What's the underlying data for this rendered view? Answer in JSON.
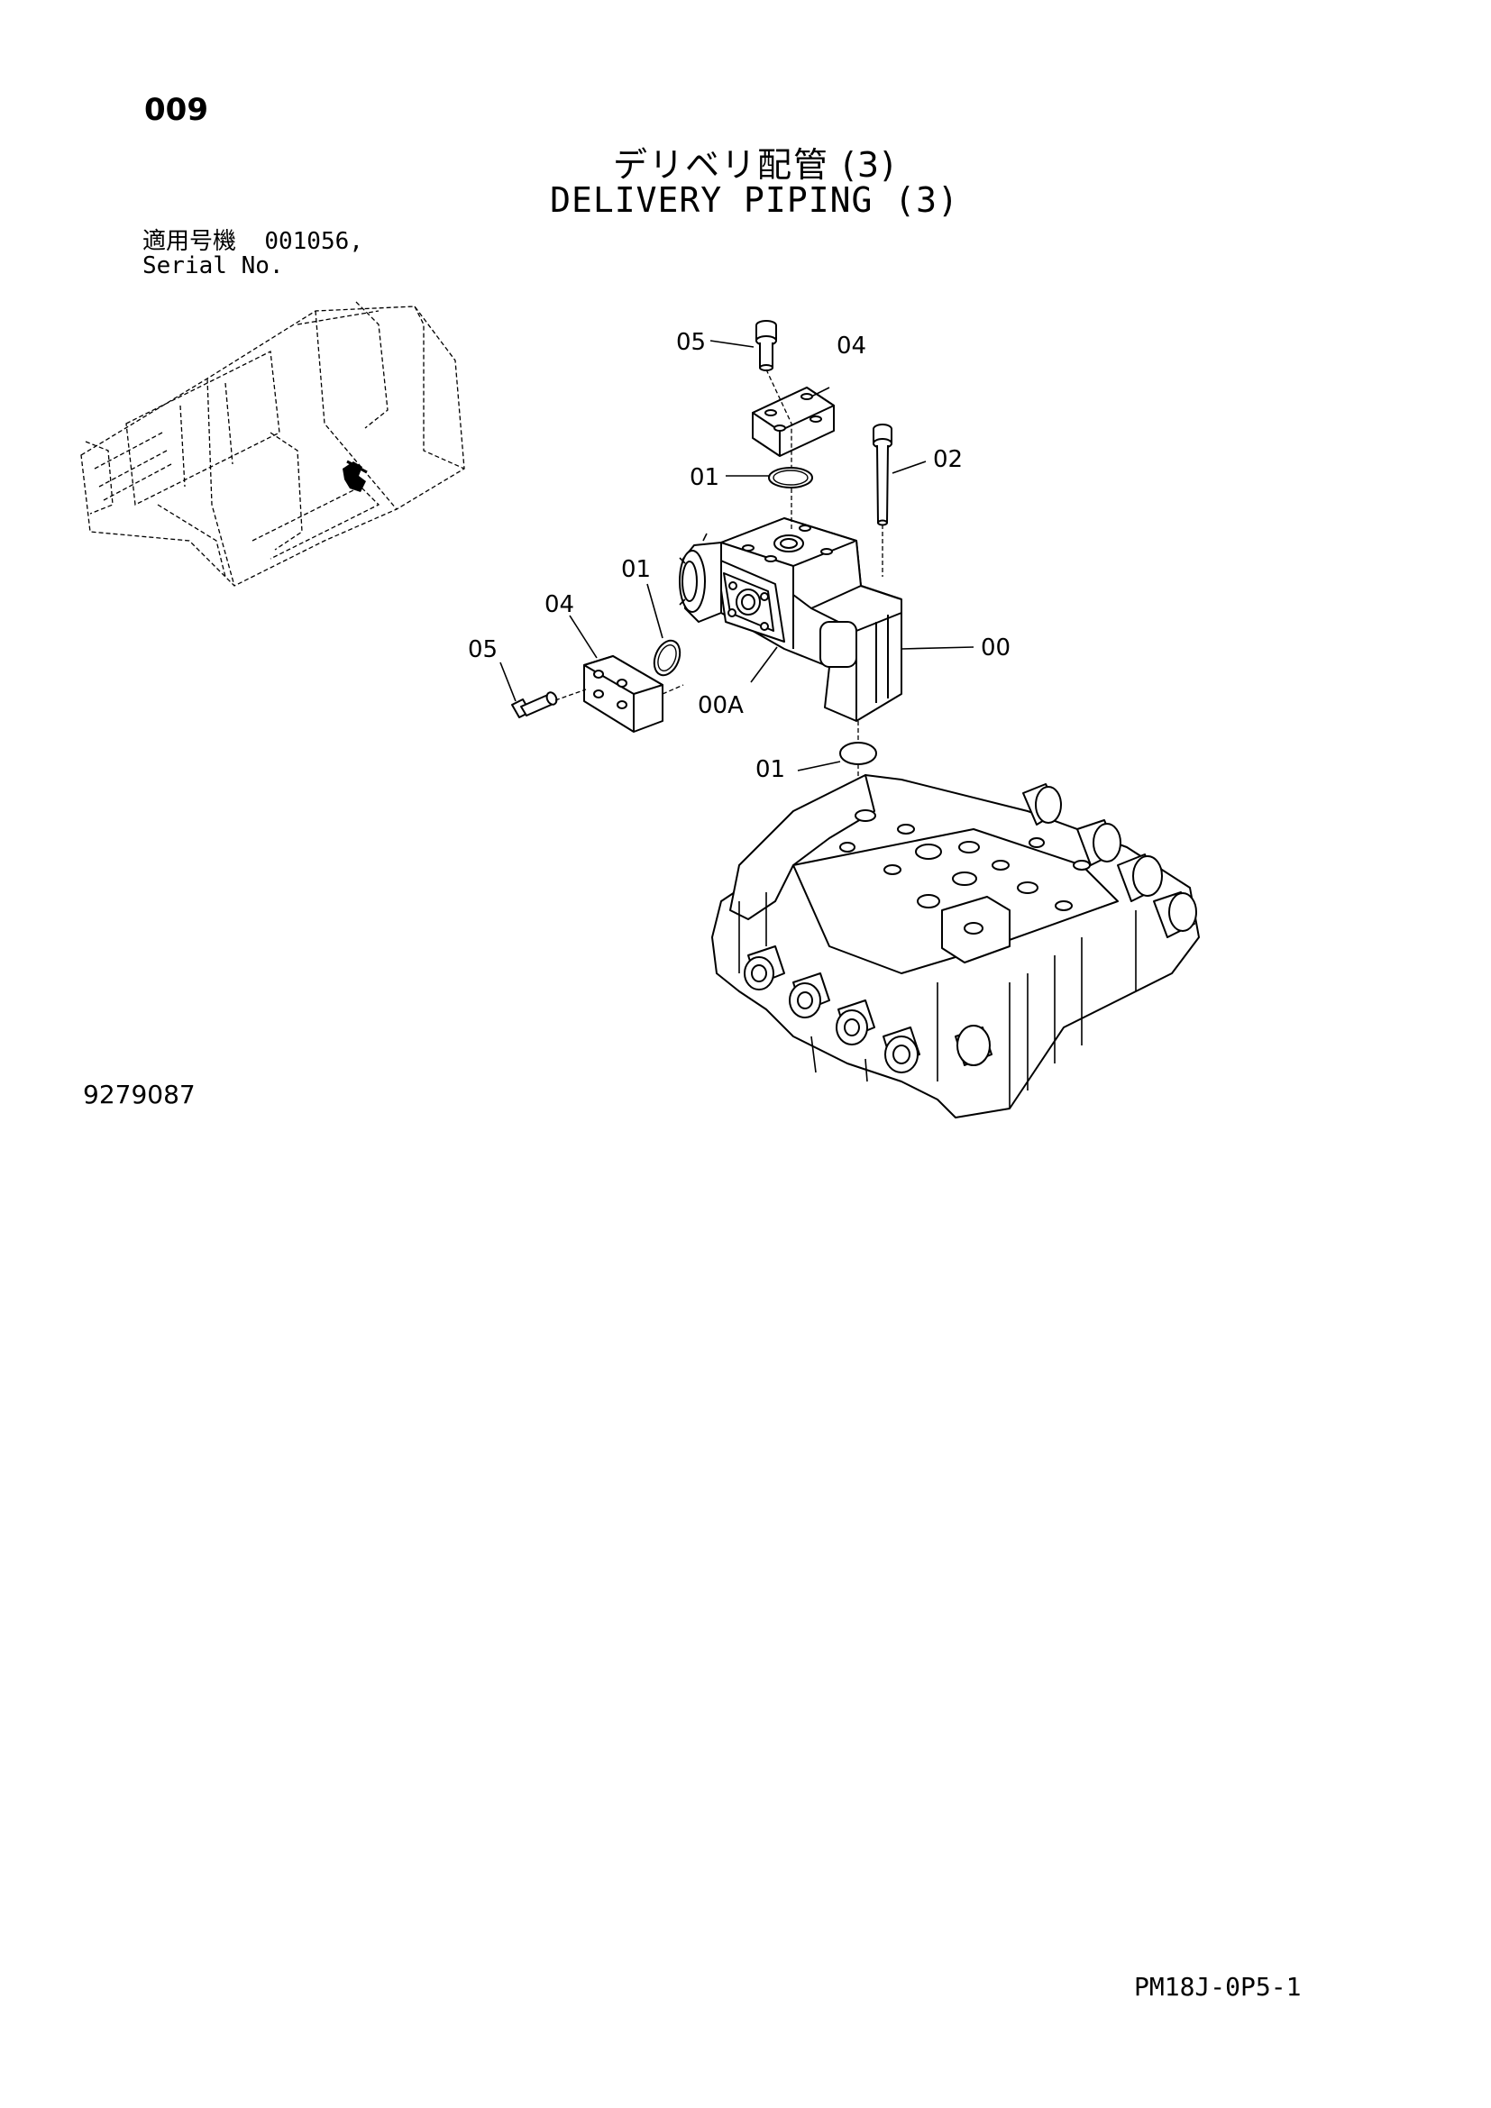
{
  "page_number": "009",
  "title_jp": "デリベリ配管 (3)",
  "title_en": "DELIVERY PIPING (3)",
  "applicability": {
    "label_jp": "適用号機",
    "serial_value": "001056,",
    "label_en": "Serial No."
  },
  "document_number": "9279087",
  "page_code": "PM18J-0P5-1",
  "callouts": {
    "bolt_top": "05",
    "flange_top": "04",
    "oring_top": "01",
    "long_bolt": "02",
    "oring_side": "01",
    "flange_side": "04",
    "bolt_side": "05",
    "block": "00",
    "block_sub": "00A",
    "oring_bottom": "01"
  }
}
